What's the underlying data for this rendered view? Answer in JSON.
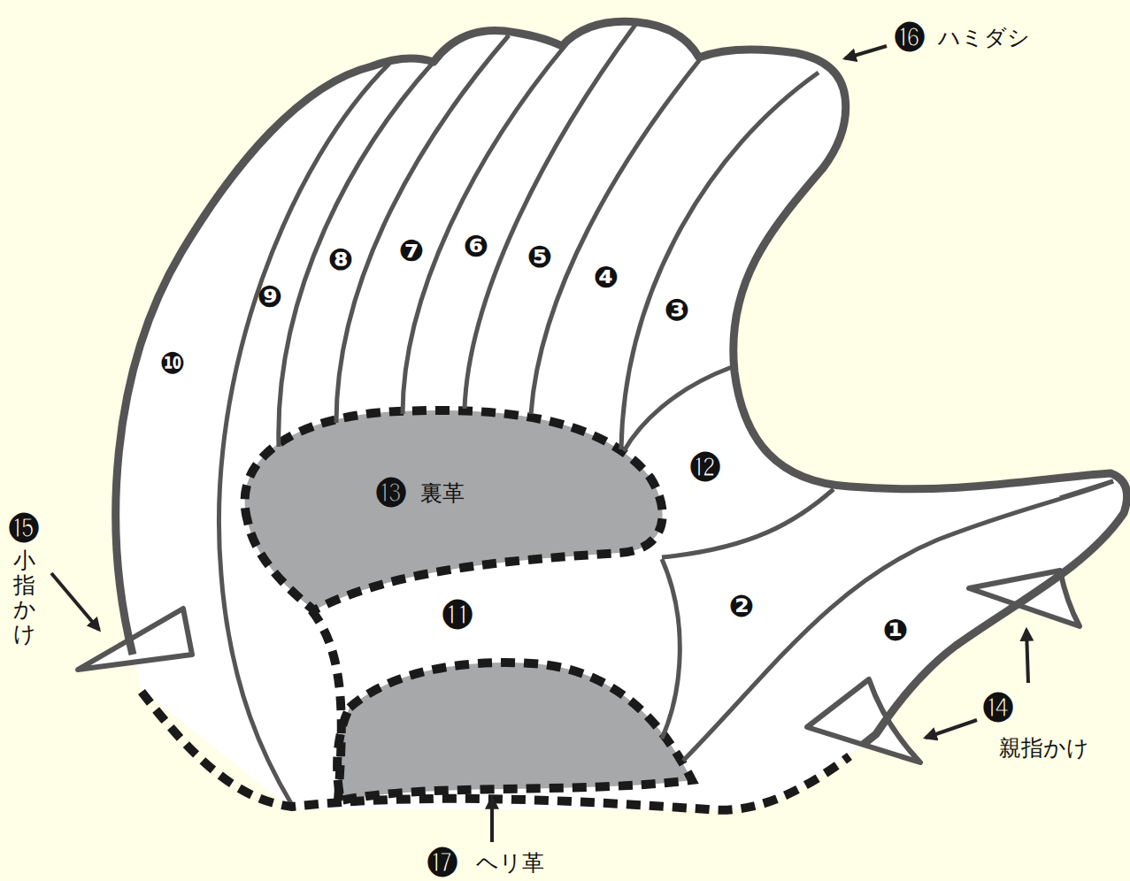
{
  "diagram": {
    "labels": [
      "❶",
      "❷",
      "❸",
      "❹",
      "❺",
      "❻",
      "❼",
      "❽",
      "❾",
      "❿",
      "⓫",
      "⓬",
      "⓭",
      "裏革",
      "⓮",
      "親指かけ",
      "⓯",
      "小指かけ",
      "⓰",
      "ハミダシ",
      "⓱",
      "ヘリ革"
    ]
  }
}
